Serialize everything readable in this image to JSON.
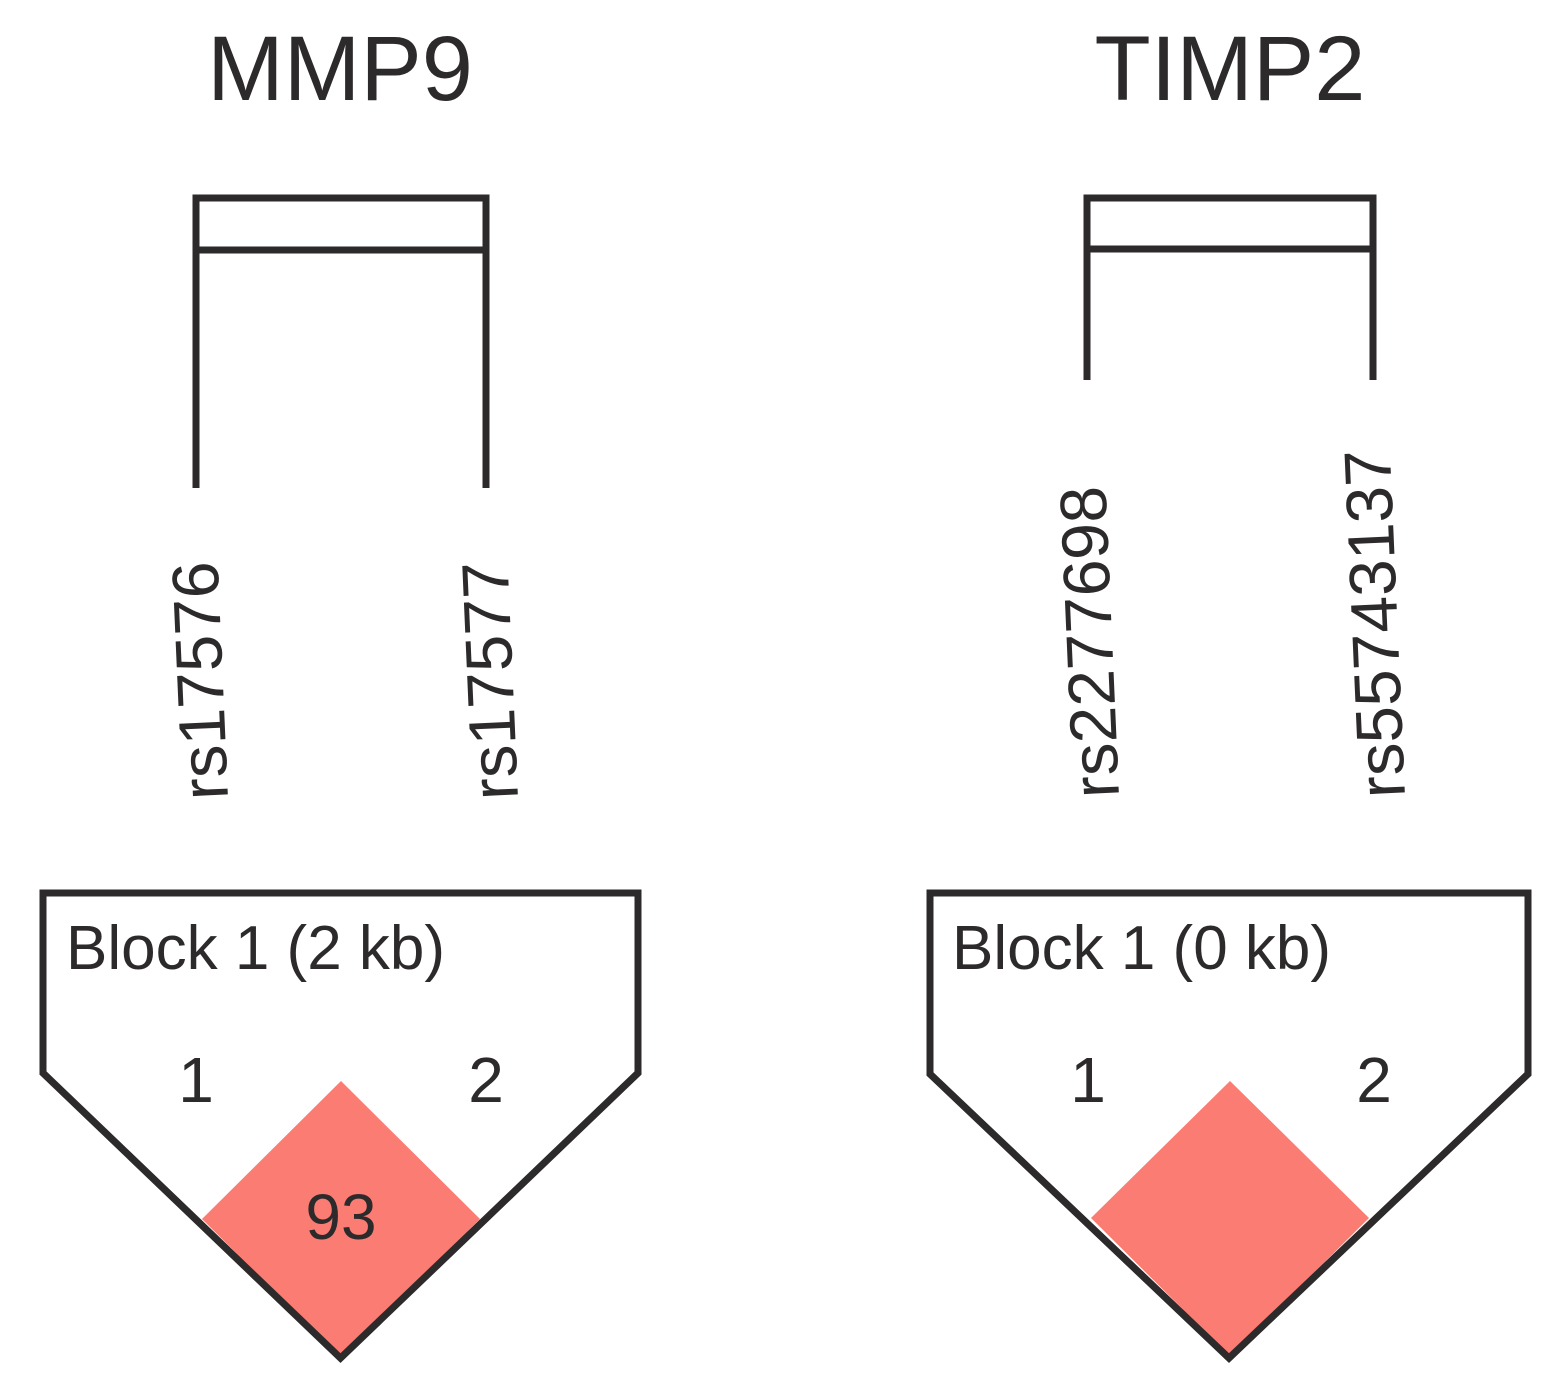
{
  "figure": {
    "panels": [
      {
        "gene": "MMP9",
        "snp_labels": [
          "rs17576",
          "rs17577"
        ],
        "block_label": "Block 1 (2 kb)",
        "snp_numbers": [
          "1",
          "2"
        ],
        "ld_values": {
          "pair_1_2": "93"
        }
      },
      {
        "gene": "TIMP2",
        "snp_labels": [
          "rs2277698",
          "rs55743137"
        ],
        "block_label": "Block 1 (0 kb)",
        "snp_numbers": [
          "1",
          "2"
        ],
        "ld_values": {
          "pair_1_2": ""
        }
      }
    ]
  },
  "colors": {
    "ink": "#2D2A2B",
    "diamond_fill": "#FA7C73",
    "background": "#FFFFFF"
  },
  "chart_data": {
    "type": "heatmap",
    "subtype": "haploview-linkage-disequilibrium-plot",
    "panels": [
      {
        "title": "MMP9",
        "snps": [
          "rs17576",
          "rs17577"
        ],
        "block_label": "Block 1 (2 kb)",
        "cells": [
          {
            "row_snp": 1,
            "col_snp": 2,
            "value_label": "93",
            "fill": "#FA7C73"
          }
        ]
      },
      {
        "title": "TIMP2",
        "snps": [
          "rs2277698",
          "rs55743137"
        ],
        "block_label": "Block 1 (0 kb)",
        "cells": [
          {
            "row_snp": 1,
            "col_snp": 2,
            "value_label": "",
            "fill": "#FA7C73"
          }
        ]
      }
    ],
    "legend_position": "none",
    "grid": false
  }
}
